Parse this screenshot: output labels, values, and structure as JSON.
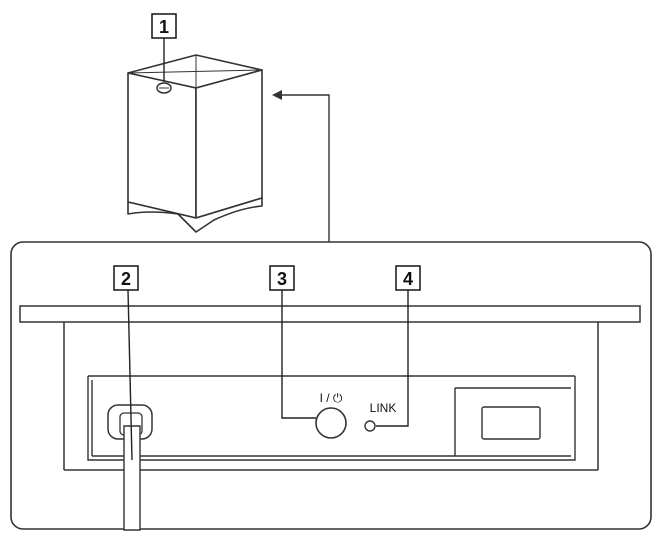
{
  "callouts": [
    {
      "id": "callout-1",
      "number": "1"
    },
    {
      "id": "callout-2",
      "number": "2"
    },
    {
      "id": "callout-3",
      "number": "3"
    },
    {
      "id": "callout-4",
      "number": "4"
    }
  ],
  "rear_panel": {
    "power_label": "I / ⏻",
    "link_label": "LINK"
  },
  "colors": {
    "line": "#333333",
    "fill": "#ffffff",
    "light_fill": "#f4f4f4"
  }
}
